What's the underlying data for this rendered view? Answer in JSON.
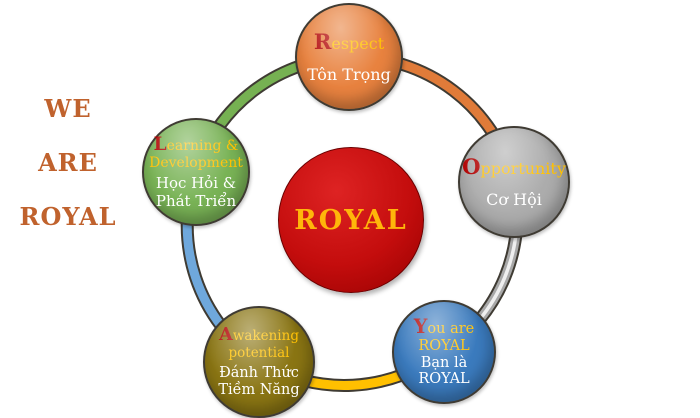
{
  "side_text": {
    "lines": [
      "WE",
      "ARE",
      "ROYAL"
    ]
  },
  "center": {
    "label": "ROYAL"
  },
  "nodes": {
    "respect": {
      "initial": "R",
      "gold_rest": "espect",
      "white1": "Tôn Trọng"
    },
    "opportunity": {
      "initial": "O",
      "gold_rest": "pportunity",
      "white1": "Cơ Hội"
    },
    "you": {
      "initial": "Y",
      "gold_rest": "ou are",
      "gold_line2": "ROYAL",
      "white1": "Bạn là",
      "white2": "ROYAL"
    },
    "awakening": {
      "initial": "A",
      "gold_rest": "wakening",
      "gold_line2": "potential",
      "white1": "Đánh Thức",
      "white2": "Tiềm Năng"
    },
    "learning": {
      "initial": "L",
      "gold_rest": "earning &",
      "gold_line2": "Development",
      "white1": "Học Hỏi &",
      "white2": "Phát Triển"
    }
  },
  "colors": {
    "side_text": "#C0622D",
    "outline": "#3F3B33",
    "gold": "#FFC000",
    "initial_red": "#B00000",
    "white": "#FFFFFF",
    "center_bg": "#C40D0D",
    "center_text": "#FFB60A",
    "respect_bg": "#E8823F",
    "opportunity_bg": "#ACACAC",
    "you_bg": "#3B7BBE",
    "awakening_bg": "#8A7513",
    "learning_bg": "#79B356",
    "arc_top_right": "#E07B39",
    "arc_right": "#A8A8A8",
    "arc_right_stripe": "#EFEFEF",
    "arc_bottom": "#FFC000",
    "arc_left_bottom": "#6FA8DC",
    "arc_left_top": "#76B152"
  }
}
